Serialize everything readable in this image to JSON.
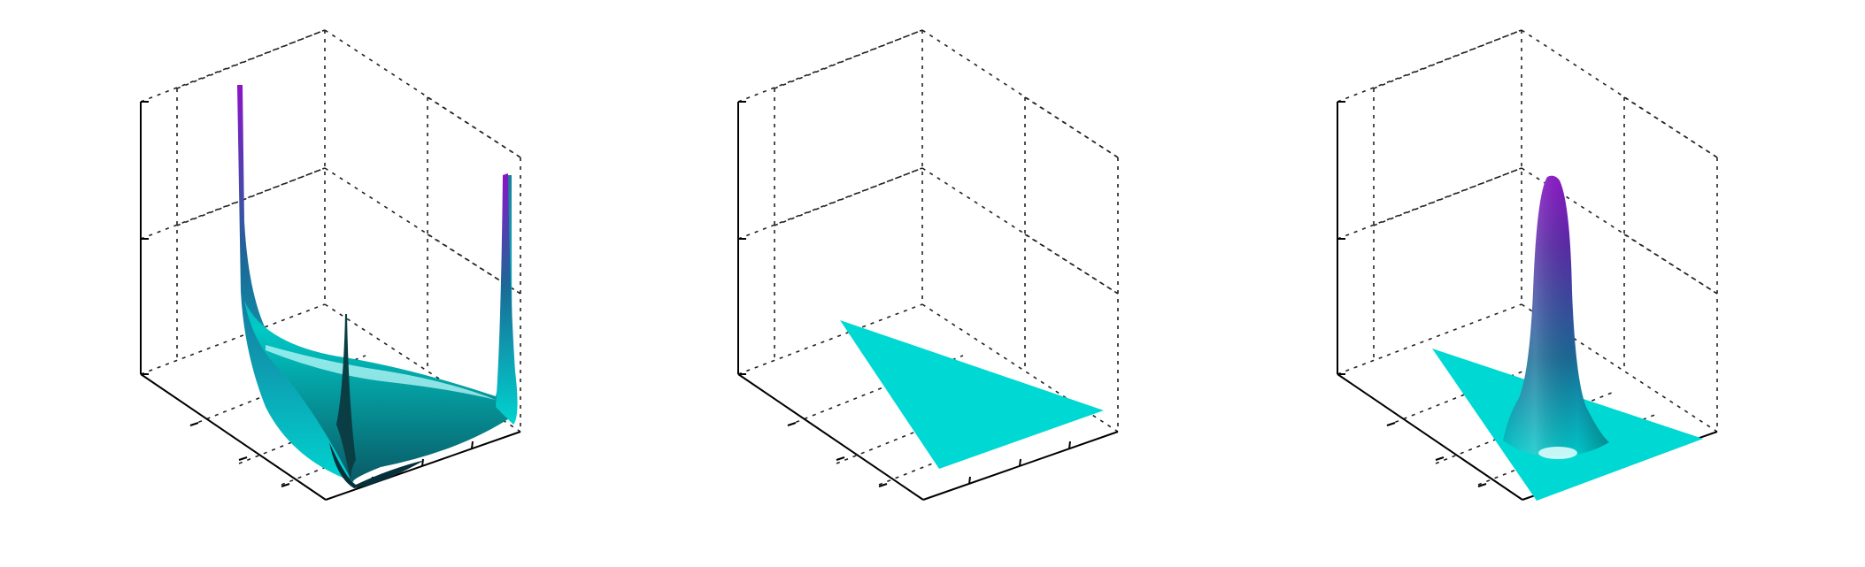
{
  "colors": {
    "background": "#ffffff",
    "axis": "#000000",
    "grid": "#222222",
    "surface_low": "#00d4cf",
    "surface_mid": "#1a6a96",
    "surface_high": "#8a14c8",
    "surface_dark": "#08393f"
  },
  "chart_data": [
    {
      "type": "surface",
      "title": "",
      "xlabel": "",
      "ylabel": "",
      "zlabel": "",
      "grid": true,
      "domain": "triangle",
      "description_shape": "boundary-singular surface: low flat interior near the base with sharp vertical spikes at the three triangle corners",
      "z_relative": {
        "interior": 0.08,
        "back_corner": 1.0,
        "right_corner": 0.7,
        "front_corner": 0.55
      }
    },
    {
      "type": "surface",
      "title": "",
      "xlabel": "",
      "ylabel": "",
      "zlabel": "",
      "grid": true,
      "domain": "triangle",
      "description_shape": "flat constant surface over the triangle",
      "z_relative": {
        "constant": 0.0
      }
    },
    {
      "type": "surface",
      "title": "",
      "xlabel": "",
      "ylabel": "",
      "zlabel": "",
      "grid": true,
      "domain": "triangle",
      "description_shape": "single narrow gaussian peak in the interior of a flat triangular base",
      "z_relative": {
        "base": 0.0,
        "peak": 0.85
      }
    }
  ]
}
